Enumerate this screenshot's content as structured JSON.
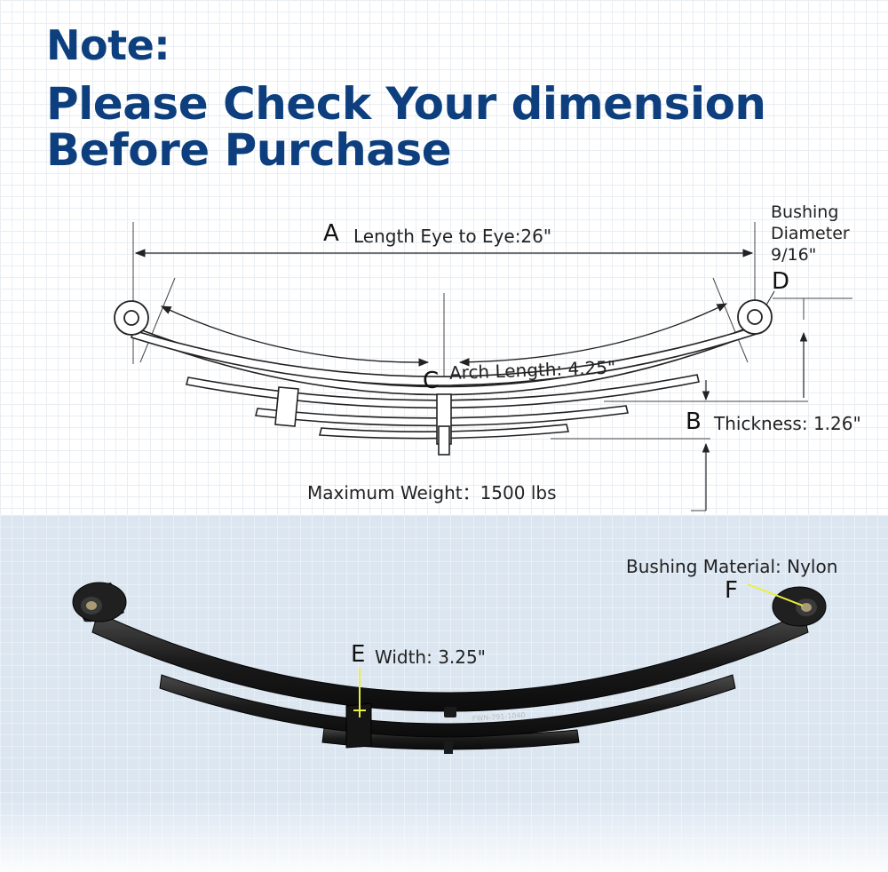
{
  "heading": {
    "note": "Note:",
    "line1": "Please Check Your dimension",
    "line2": "Before Purchase"
  },
  "labels": {
    "a_letter": "A",
    "a_text": "Length Eye to Eye:26\"",
    "bushing_line1": "Bushing",
    "bushing_line2": "Diameter",
    "bushing_line3": "9/16\"",
    "d_letter": "D",
    "c_letter": "C",
    "c_text": "Arch Length: 4.25\"",
    "b_letter": "B",
    "b_text": "Thickness: 1.26\"",
    "max_weight": "Maximum Weight：1500 lbs",
    "bushing_material": "Bushing Material: Nylon",
    "f_letter": "F",
    "e_letter": "E",
    "e_text": "Width: 3.25\"",
    "part_number": "FWN-791-1040"
  },
  "colors": {
    "heading": "#0d3f7f",
    "callout": "#e8f03c",
    "spring": "#1b1b1b",
    "lower_background": "#dbe6f1"
  }
}
